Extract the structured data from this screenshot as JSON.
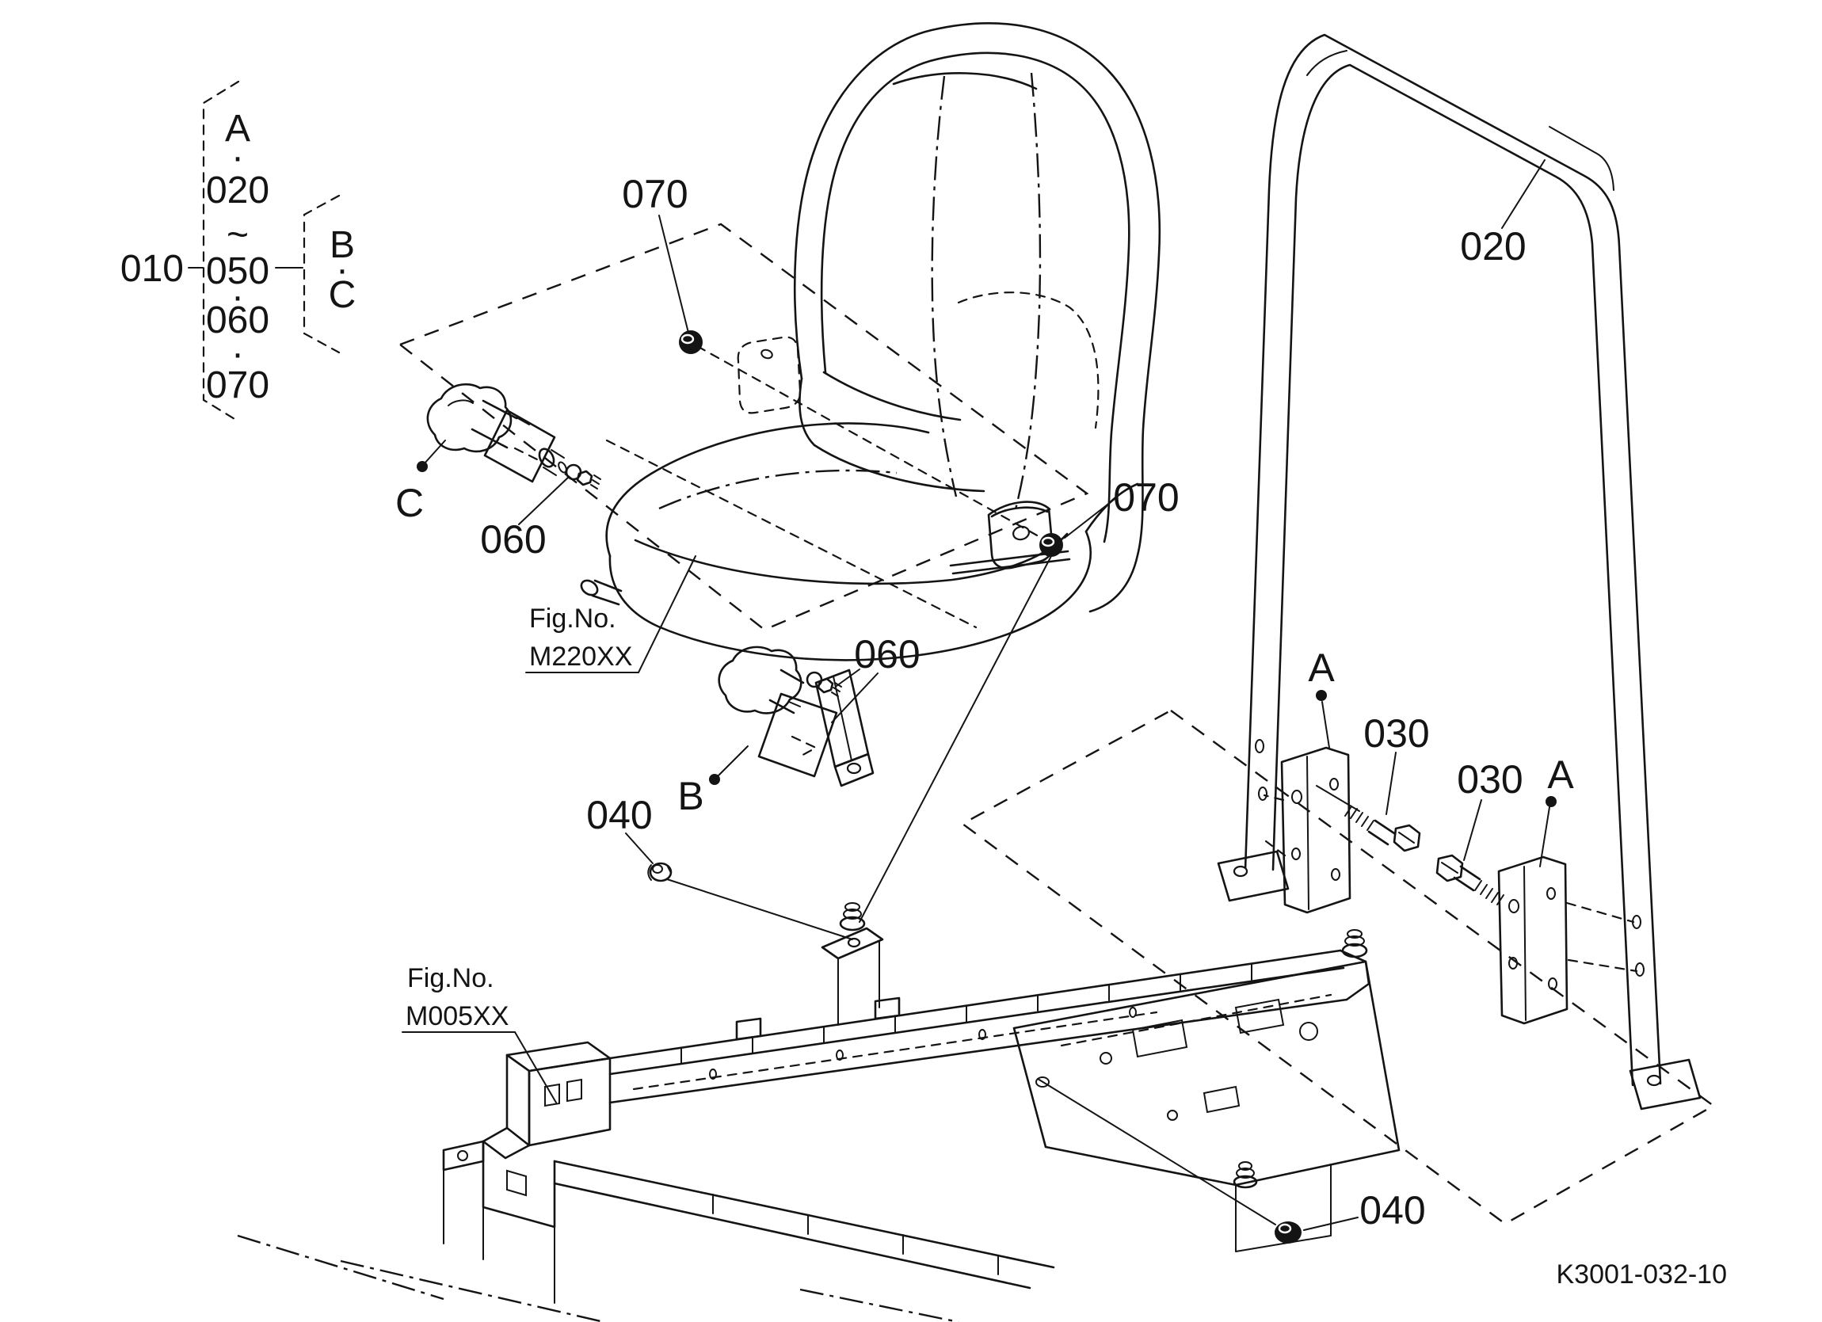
{
  "page": {
    "background": "#ffffff",
    "line_color": "#141414",
    "drawing_number": "K3001-032-10"
  },
  "legend": {
    "assembly_ref": "010",
    "item_a": "A",
    "item_020": "020",
    "range_tilde": "~",
    "item_050": "050",
    "item_060": "060",
    "item_070": "070",
    "separator": "·",
    "sub_item_b": "B",
    "sub_item_c": "C"
  },
  "callouts": {
    "nut_top": "070",
    "nut_right": "070",
    "bolt_latch_left": "060",
    "bolt_latch_mid": "060",
    "nut_mid_left": "040",
    "nut_bottom": "040",
    "bolt_bracket_left": "030",
    "bolt_bracket_right": "030",
    "rops_bar": "020",
    "view_a_left": "A",
    "view_a_right": "A",
    "view_b": "B",
    "view_c": "C"
  },
  "figure_refs": {
    "seat": {
      "prefix": "Fig.No.",
      "code": "M220XX"
    },
    "frame": {
      "prefix": "Fig.No.",
      "code": "M005XX"
    }
  }
}
